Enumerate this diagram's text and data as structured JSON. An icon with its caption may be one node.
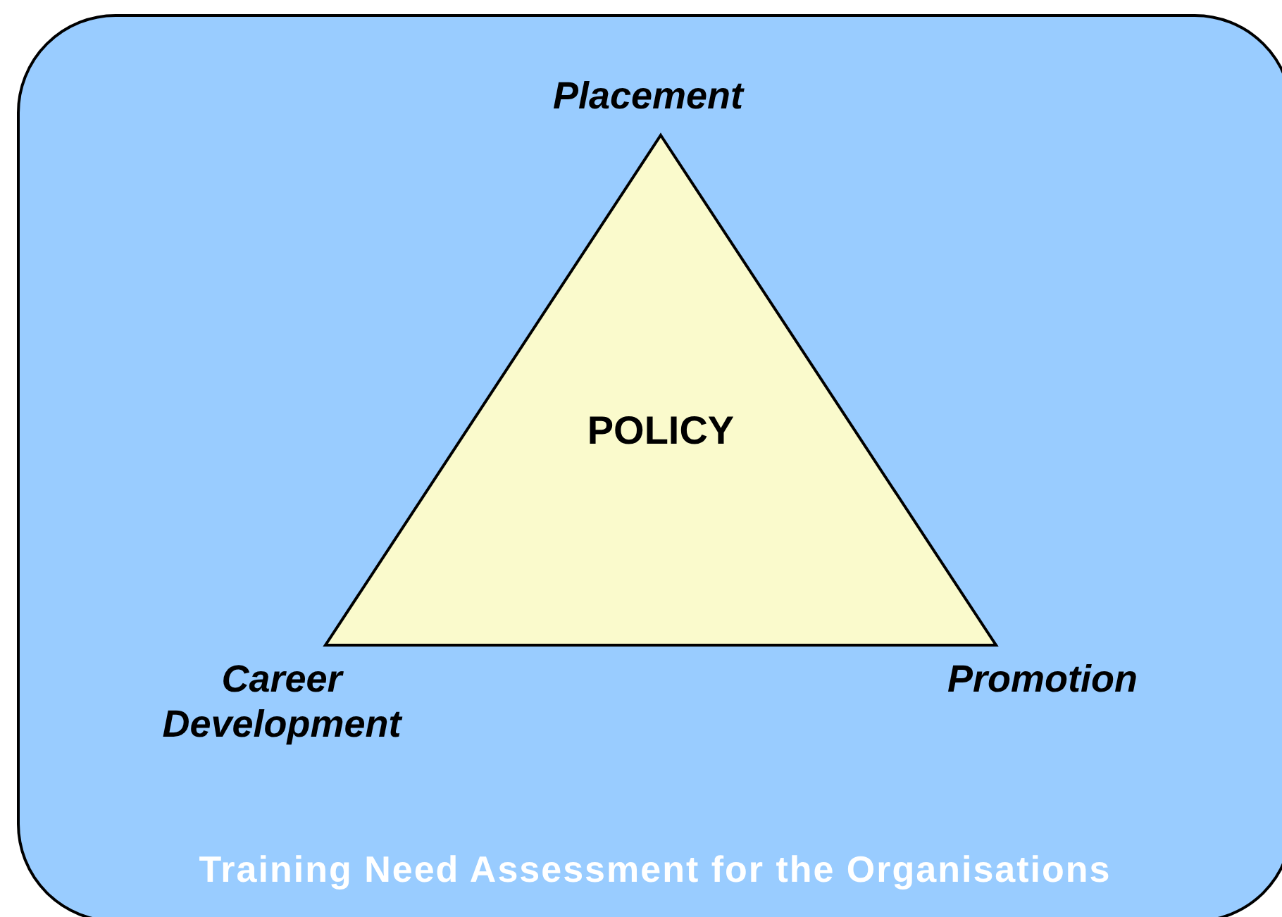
{
  "diagram": {
    "nodes": [
      {
        "text": [
          "Training Need Assessment for the Organisations"
        ]
      },
      {
        "text": [
          "POLICY"
        ],
        "in": 0
      }
    ],
    "labels": [
      "Placement",
      "Career Development",
      "Promotion"
    ]
  }
}
